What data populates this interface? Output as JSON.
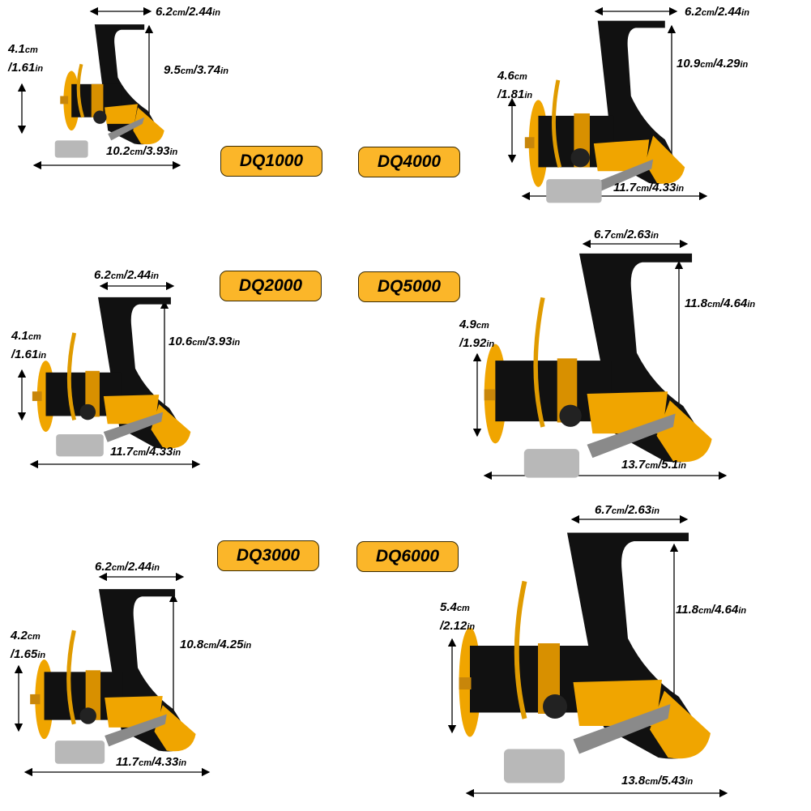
{
  "models": [
    {
      "id": "DQ1000",
      "handle_width": {
        "cm": "6.2",
        "in": "2.44"
      },
      "height": {
        "cm": "9.5",
        "in": "3.74"
      },
      "spool_diameter": {
        "cm": "4.1",
        "in": "1.61"
      },
      "length": {
        "cm": "10.2",
        "in": "3.93"
      }
    },
    {
      "id": "DQ4000",
      "handle_width": {
        "cm": "6.2",
        "in": "2.44"
      },
      "height": {
        "cm": "10.9",
        "in": "4.29"
      },
      "spool_diameter": {
        "cm": "4.6",
        "in": "1.81"
      },
      "length": {
        "cm": "11.7",
        "in": "4.33"
      }
    },
    {
      "id": "DQ2000",
      "handle_width": {
        "cm": "6.2",
        "in": "2.44"
      },
      "height": {
        "cm": "10.6",
        "in": "3.93"
      },
      "spool_diameter": {
        "cm": "4.1",
        "in": "1.61"
      },
      "length": {
        "cm": "11.7",
        "in": "4.33"
      }
    },
    {
      "id": "DQ5000",
      "handle_width": {
        "cm": "6.7",
        "in": "2.63"
      },
      "height": {
        "cm": "11.8",
        "in": "4.64"
      },
      "spool_diameter": {
        "cm": "4.9",
        "in": "1.92"
      },
      "length": {
        "cm": "13.7",
        "in": "5.1"
      }
    },
    {
      "id": "DQ3000",
      "handle_width": {
        "cm": "6.2",
        "in": "2.44"
      },
      "height": {
        "cm": "10.8",
        "in": "4.25"
      },
      "spool_diameter": {
        "cm": "4.2",
        "in": "1.65"
      },
      "length": {
        "cm": "11.7",
        "in": "4.33"
      }
    },
    {
      "id": "DQ6000",
      "handle_width": {
        "cm": "6.7",
        "in": "2.63"
      },
      "height": {
        "cm": "11.8",
        "in": "4.64"
      },
      "spool_diameter": {
        "cm": "5.4",
        "in": "2.12"
      },
      "length": {
        "cm": "13.8",
        "in": "5.43"
      }
    }
  ],
  "units": {
    "cm": "cm",
    "in": "in",
    "sep": "/"
  },
  "colors": {
    "badge_fill": "#fbb629",
    "badge_border": "#3a2a00",
    "reel_black": "#111111",
    "reel_gold": "#f0a500",
    "handle_silver": "#b8b8b8",
    "text": "#000000"
  }
}
